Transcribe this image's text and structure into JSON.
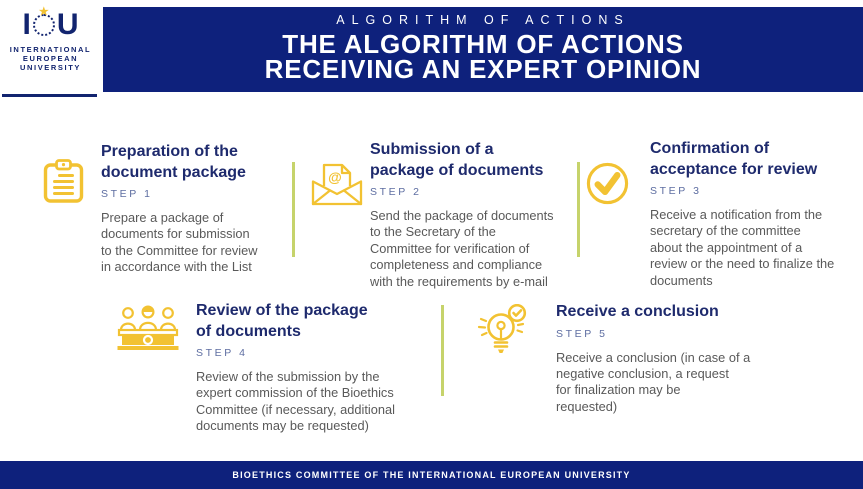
{
  "logo": {
    "letter_left": "I",
    "letter_right": "U",
    "star": "★",
    "org_lines": [
      "INTERNATIONAL",
      "EUROPEAN",
      "UNIVERSITY"
    ]
  },
  "header": {
    "eyebrow": "ALGORITHM OF ACTIONS",
    "title_lines": [
      "THE ALGORITHM OF ACTIONS",
      "RECEIVING AN EXPERT OPINION"
    ]
  },
  "steps": [
    {
      "icon": "clipboard-icon",
      "title_lines": [
        "Preparation of the",
        "document package"
      ],
      "step_label": "STEP 1",
      "description_lines": [
        "Prepare a package of",
        "documents for submission",
        "to the Committee for review",
        "in accordance with the List"
      ]
    },
    {
      "icon": "email-icon",
      "title_lines": [
        "Submission of a",
        "package of documents"
      ],
      "step_label": "STEP 2",
      "description_lines": [
        "Send the package of documents",
        "to the Secretary of the",
        "Committee for verification of",
        "completeness and compliance",
        "with the requirements by e-mail"
      ]
    },
    {
      "icon": "checkmark-icon",
      "title_lines": [
        "Confirmation of",
        "acceptance for review"
      ],
      "step_label": "STEP 3",
      "description_lines": [
        "Receive a notification from the",
        "secretary of the committee",
        "about the appointment of a",
        "review or the need to finalize the",
        "documents"
      ]
    },
    {
      "icon": "committee-icon",
      "title_lines": [
        "Review of the package",
        "of documents"
      ],
      "step_label": "STEP 4",
      "description_lines": [
        "Review of the submission by the",
        "expert commission of the Bioethics",
        "Committee (if necessary, additional",
        "documents may be requested)"
      ]
    },
    {
      "icon": "lightbulb-icon",
      "title_lines": [
        "Receive a conclusion"
      ],
      "step_label": "STEP 5",
      "description_lines": [
        "Receive a conclusion (in case of a",
        "negative conclusion, a request",
        "for finalization may be",
        "requested)"
      ]
    }
  ],
  "footer": {
    "text": "BIOETHICS COMMITTEE OF THE INTERNATIONAL EUROPEAN UNIVERSITY"
  },
  "colors": {
    "navy": "#0e217c",
    "logo_navy": "#12246f",
    "title_navy": "#1e2a6d",
    "step_label_blue": "#5d6da1",
    "body_gray": "#595959",
    "icon_gold": "#f2c232",
    "divider_green": "#c6d36b"
  }
}
